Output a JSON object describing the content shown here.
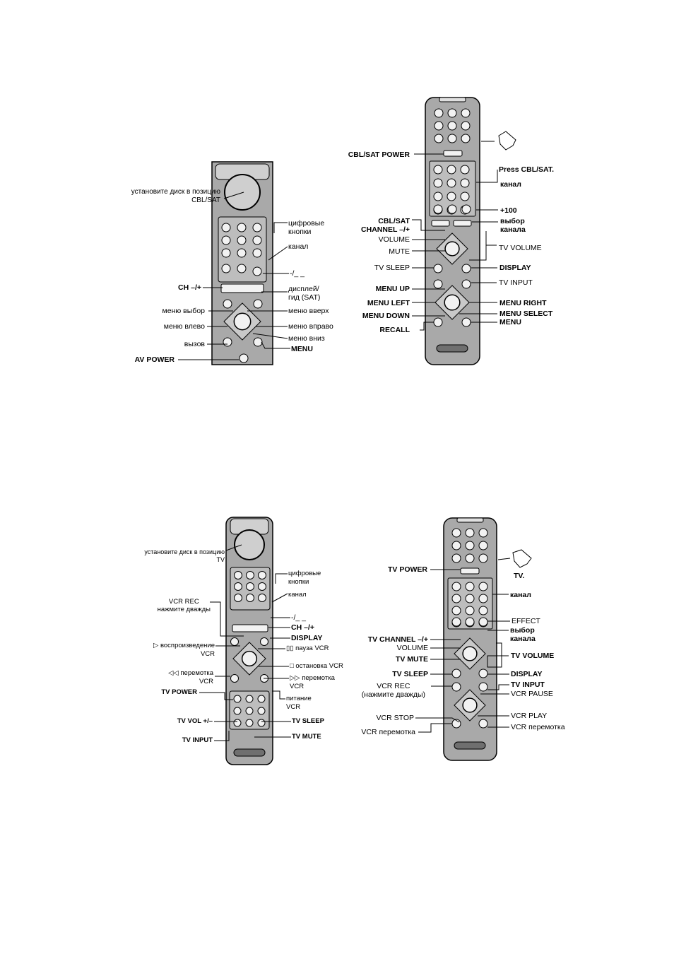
{
  "colors": {
    "remote_body": "#a9a9a9",
    "remote_dark": "#6f6f6f",
    "button": "#f2f2f2",
    "ink": "#000000"
  },
  "icons": [
    "hand-press-icon",
    "tv-dial-icon",
    "yamaha-logo-icon"
  ],
  "d1": {
    "dial": "установите диск в позицию\nCBL/SAT",
    "digits": "цифровые\nкнопки",
    "channel": "канал",
    "dash": "-/_ _",
    "ch": "CH –/+",
    "display": "дисплей/\nгид (SAT)",
    "menu_select": "меню выбор",
    "menu_up": "меню вверх",
    "menu_left": "меню влево",
    "menu_right": "меню вправо",
    "menu_down": "меню вниз",
    "recall": "вызов",
    "menu": "MENU",
    "av_power": "AV POWER"
  },
  "d2": {
    "power": "CBL/SAT POWER",
    "press": "Press CBL/SAT.",
    "channel": "канал",
    "plus100": "+100",
    "ch_select": "выбор\nканала",
    "channel_pm": "CBL/SAT\nCHANNEL –/+",
    "volume": "VOLUME",
    "mute": "MUTE",
    "tv_volume": "TV VOLUME",
    "tv_sleep": "TV SLEEP",
    "display": "DISPLAY",
    "tv_input": "TV INPUT",
    "menu_up": "MENU UP",
    "menu_left": "MENU LEFT",
    "menu_right": "MENU RIGHT",
    "menu_down": "MENU DOWN",
    "menu_select": "MENU SELECT",
    "recall": "RECALL",
    "menu": "MENU"
  },
  "d3": {
    "dial": "установите диск в позицию\nTV",
    "digits": "цифровые\nкнопки",
    "vcr_rec": "VCR REC\nнажмите дважды",
    "channel": "канал",
    "dash": "-/_ _",
    "ch": "CH –/+",
    "display": "DISPLAY",
    "play": "▷ воспроизведение\nVCR",
    "pause": "▯▯ пауза VCR",
    "stop": "□ остановка VCR",
    "rew": "◁◁ перемотка\nVCR",
    "ff": "▷▷ перемотка\nVCR",
    "tv_power": "TV POWER",
    "vcr_power": "питание\nVCR",
    "tv_vol": "TV VOL +/–",
    "tv_sleep": "TV SLEEP",
    "tv_input": "TV INPUT",
    "tv_mute": "TV MUTE"
  },
  "d4": {
    "tv_power": "TV POWER",
    "tv": "TV.",
    "channel": "канал",
    "effect": "EFFECT",
    "ch_select": "выбор\nканала",
    "tv_channel": "TV CHANNEL –/+",
    "volume": "VOLUME",
    "tv_volume": "TV VOLUME",
    "tv_mute": "TV MUTE",
    "tv_sleep": "TV SLEEP",
    "display": "DISPLAY",
    "vcr_rec": "VCR REC\n(нажмите дважды)",
    "tv_input": "TV INPUT",
    "vcr_pause": "VCR PAUSE",
    "vcr_play": "VCR PLAY",
    "vcr_stop": "VCR STOP",
    "vcr_rew": "VCR перемотка",
    "vcr_ff": "VCR перемотка"
  }
}
